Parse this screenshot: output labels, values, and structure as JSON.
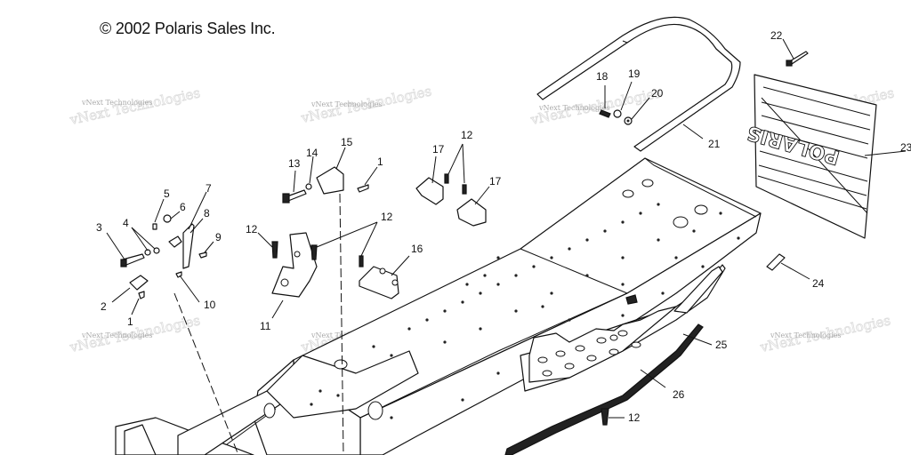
{
  "copyright": "© 2002 Polaris Sales Inc.",
  "watermark": "vNext Technologies",
  "decal_text": "POLARIS",
  "callouts": [
    {
      "id": "c22",
      "text": "22"
    },
    {
      "id": "c23",
      "text": "23"
    },
    {
      "id": "c18",
      "text": "18"
    },
    {
      "id": "c19",
      "text": "19"
    },
    {
      "id": "c20",
      "text": "20"
    },
    {
      "id": "c21",
      "text": "21"
    },
    {
      "id": "c12a",
      "text": "12"
    },
    {
      "id": "c17a",
      "text": "17"
    },
    {
      "id": "c17b",
      "text": "17"
    },
    {
      "id": "c15",
      "text": "15"
    },
    {
      "id": "c14",
      "text": "14"
    },
    {
      "id": "c13",
      "text": "13"
    },
    {
      "id": "c1a",
      "text": "1"
    },
    {
      "id": "c12b",
      "text": "12"
    },
    {
      "id": "c12c",
      "text": "12"
    },
    {
      "id": "c16",
      "text": "16"
    },
    {
      "id": "c11",
      "text": "11"
    },
    {
      "id": "c5",
      "text": "5"
    },
    {
      "id": "c7",
      "text": "7"
    },
    {
      "id": "c6",
      "text": "6"
    },
    {
      "id": "c8",
      "text": "8"
    },
    {
      "id": "c3",
      "text": "3"
    },
    {
      "id": "c4",
      "text": "4"
    },
    {
      "id": "c9",
      "text": "9"
    },
    {
      "id": "c10",
      "text": "10"
    },
    {
      "id": "c2",
      "text": "2"
    },
    {
      "id": "c1b",
      "text": "1"
    },
    {
      "id": "c24",
      "text": "24"
    },
    {
      "id": "c25",
      "text": "25"
    },
    {
      "id": "c26",
      "text": "26"
    },
    {
      "id": "c12d",
      "text": "12"
    }
  ]
}
